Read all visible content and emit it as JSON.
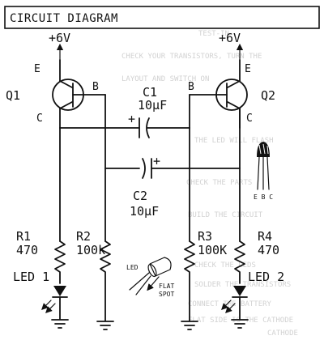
{
  "title": "CIRCUIT DIAGRAM",
  "supply_left": "+6V",
  "supply_right": "+6V",
  "q1": {
    "name": "Q1",
    "e": "E",
    "b": "B",
    "c": "C"
  },
  "q2": {
    "name": "Q2",
    "e": "E",
    "b": "B",
    "c": "C"
  },
  "c1": {
    "name": "C1",
    "value": "10μF",
    "plus": "+"
  },
  "c2": {
    "name": "C2",
    "value": "10μF",
    "plus": "+"
  },
  "r1": {
    "name": "R1",
    "value": "470"
  },
  "r2": {
    "name": "R2",
    "value": "100k"
  },
  "r3": {
    "name": "R3",
    "value": "100K"
  },
  "r4": {
    "name": "R4",
    "value": "470"
  },
  "led1_label": "LED 1",
  "led2_label": "LED 2",
  "led_inset": {
    "label": "LED",
    "flat_spot": "FLAT\nSPOT"
  },
  "pinout": "E B C",
  "background_text": [
    "TEST-IN",
    "CHECK YOUR TRANSISTORS, TURN THE",
    "LAYOUT AND SWITCH ON",
    "THE LED WILL FLASH",
    "CHECK THE PARTS",
    "BUILD THE CIRCUIT",
    "CHECK THE LEDS",
    "SOLDER THE TRANSISTORS",
    "CONNECT THE BATTERY",
    "FLAT SIDE IS THE CATHODE",
    "CATHODE"
  ],
  "colors": {
    "ink": "#111111",
    "paper": "#ffffff",
    "ghost": "#d2d2d2"
  }
}
